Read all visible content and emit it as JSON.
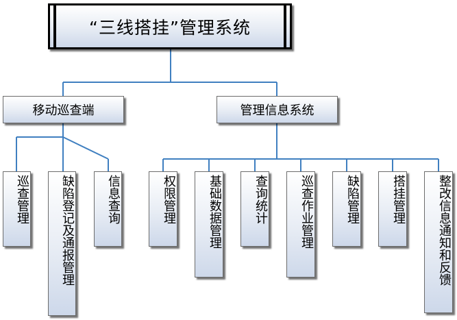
{
  "root": {
    "title": "“三线搭挂”管理系统"
  },
  "branches": [
    {
      "label": "移动巡查端",
      "children": [
        "巡查管理",
        "缺陷登记及通报管理",
        "信息查询"
      ]
    },
    {
      "label": "管理信息系统",
      "children": [
        "权限管理",
        "基础数据管理",
        "查询统计",
        "巡查作业管理",
        "缺陷管理",
        "搭挂管理",
        "整改信息通知和反馈"
      ]
    }
  ],
  "colors": {
    "connector": "#3f7fc0",
    "box_gradient_bottom": "#cdd8ea",
    "root_border": "#000000"
  }
}
